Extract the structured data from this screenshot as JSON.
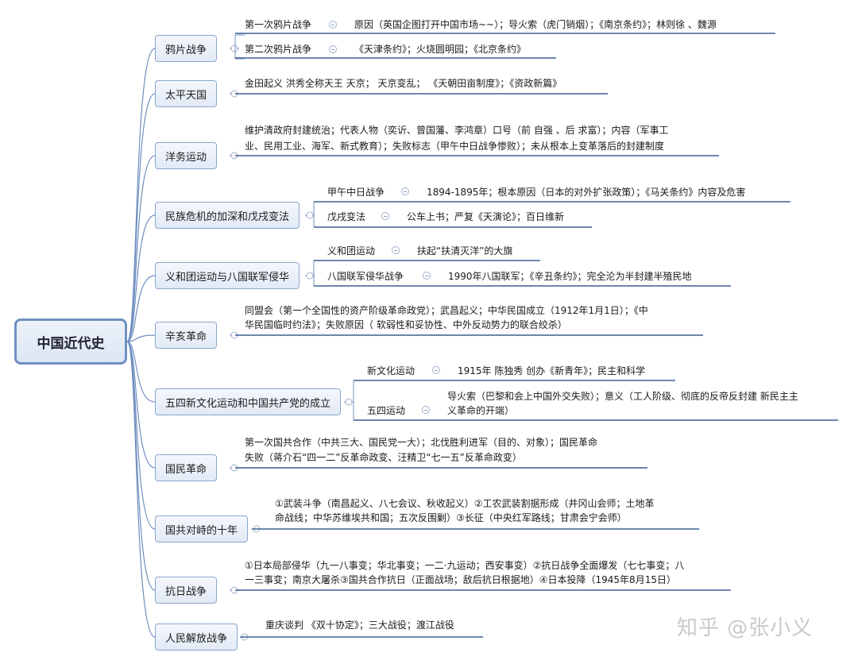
{
  "root": "中国近代史",
  "branches": [
    {
      "label": "鸦片战争",
      "subs": [
        {
          "label": "第一次鸦片战争",
          "text": [
            "原因（英国企图打开中国市场~~）；导火索（虎门销烟）；《南京条约》；林则徐 、魏源"
          ]
        },
        {
          "label": "第二次鸦片战争",
          "text": [
            "《天津条约》；火烧圆明园；《北京条约》"
          ]
        }
      ]
    },
    {
      "label": "太平天国",
      "text": [
        "金田起义 洪秀全称天王 天京； 天京变乱； 《天朝田亩制度》；《资政新篇》"
      ]
    },
    {
      "label": "洋务运动",
      "text": [
        "维护清政府封建统治；代表人物（奕䜣、曾国藩、李鸿章）口号（前 自强 、后 求富）；内容（军事工",
        "业、民用工业、海军、新式教育）；失败标志（甲午中日战争惨败）；未从根本上变革落后的封建制度"
      ]
    },
    {
      "label": "民族危机的加深和戊戌变法",
      "subs": [
        {
          "label": "甲午中日战争",
          "text": [
            "1894-1895年；根本原因（日本的对外扩张政策）；《马关条约》内容及危害"
          ]
        },
        {
          "label": "戊戌变法",
          "text": [
            "公车上书；严复《天演论》；百日维新"
          ]
        }
      ]
    },
    {
      "label": "义和团运动与八国联军侵华",
      "subs": [
        {
          "label": "义和团运动",
          "text": [
            "扶起“扶清灭洋”的大旗"
          ]
        },
        {
          "label": "八国联军侵华战争",
          "text": [
            "1990年八国联军；《辛丑条约》；完全沦为半封建半殖民地"
          ]
        }
      ]
    },
    {
      "label": "辛亥革命",
      "text": [
        "同盟会（第一个全国性的资产阶级革命政党）；武昌起义；中华民国成立（1912年1月1日）；《中",
        "华民国临时约法》；失败原因（ 软弱性和妥协性、中外反动势力的联合绞杀）"
      ]
    },
    {
      "label": "五四新文化运动和中国共产党的成立",
      "subs": [
        {
          "label": "新文化运动",
          "text": [
            "1915年 陈独秀 创办《新青年》；民主和科学"
          ]
        },
        {
          "label": "五四运动",
          "text": [
            "导火索（巴黎和会上中国外交失败）；意义（工人阶级、彻底的反帝反封建  新民主主",
            "义革命的开端）"
          ]
        }
      ]
    },
    {
      "label": "国民革命",
      "text": [
        "第一次国共合作（中共三大、国民党一大）；北伐胜利进军（目的、对象）；国民革命",
        "失败（蒋介石“四一二”反革命政变、汪精卫“七一五”反革命政变）"
      ]
    },
    {
      "label": "国共对峙的十年",
      "text": [
        "①武装斗争（南昌起义、八七会议、秋收起义）②工农武装割据形成（井冈山会师；土地革",
        "命战线；中华苏维埃共和国；五次反围剿）③长征（中央红军路线；甘肃会宁会师）"
      ]
    },
    {
      "label": "抗日战争",
      "text": [
        "①日本局部侵华（九一八事变；华北事变；一二·九运动；西安事变）②抗日战争全面爆发（七七事变；八",
        "一三事变；南京大屠杀③国共合作抗日（正面战场；敌后抗日根据地）④日本投降（1945年8月15日）"
      ]
    },
    {
      "label": "人民解放战争",
      "text": [
        "重庆谈判 《双十协定》；三大战役；渡江战役"
      ]
    }
  ],
  "watermark": "知乎 @张小义",
  "colors": {
    "line": "#6f8fbf",
    "underline": "#3f5f93",
    "box_border": "#8aa6cf",
    "root_border": "#6f90c0"
  }
}
